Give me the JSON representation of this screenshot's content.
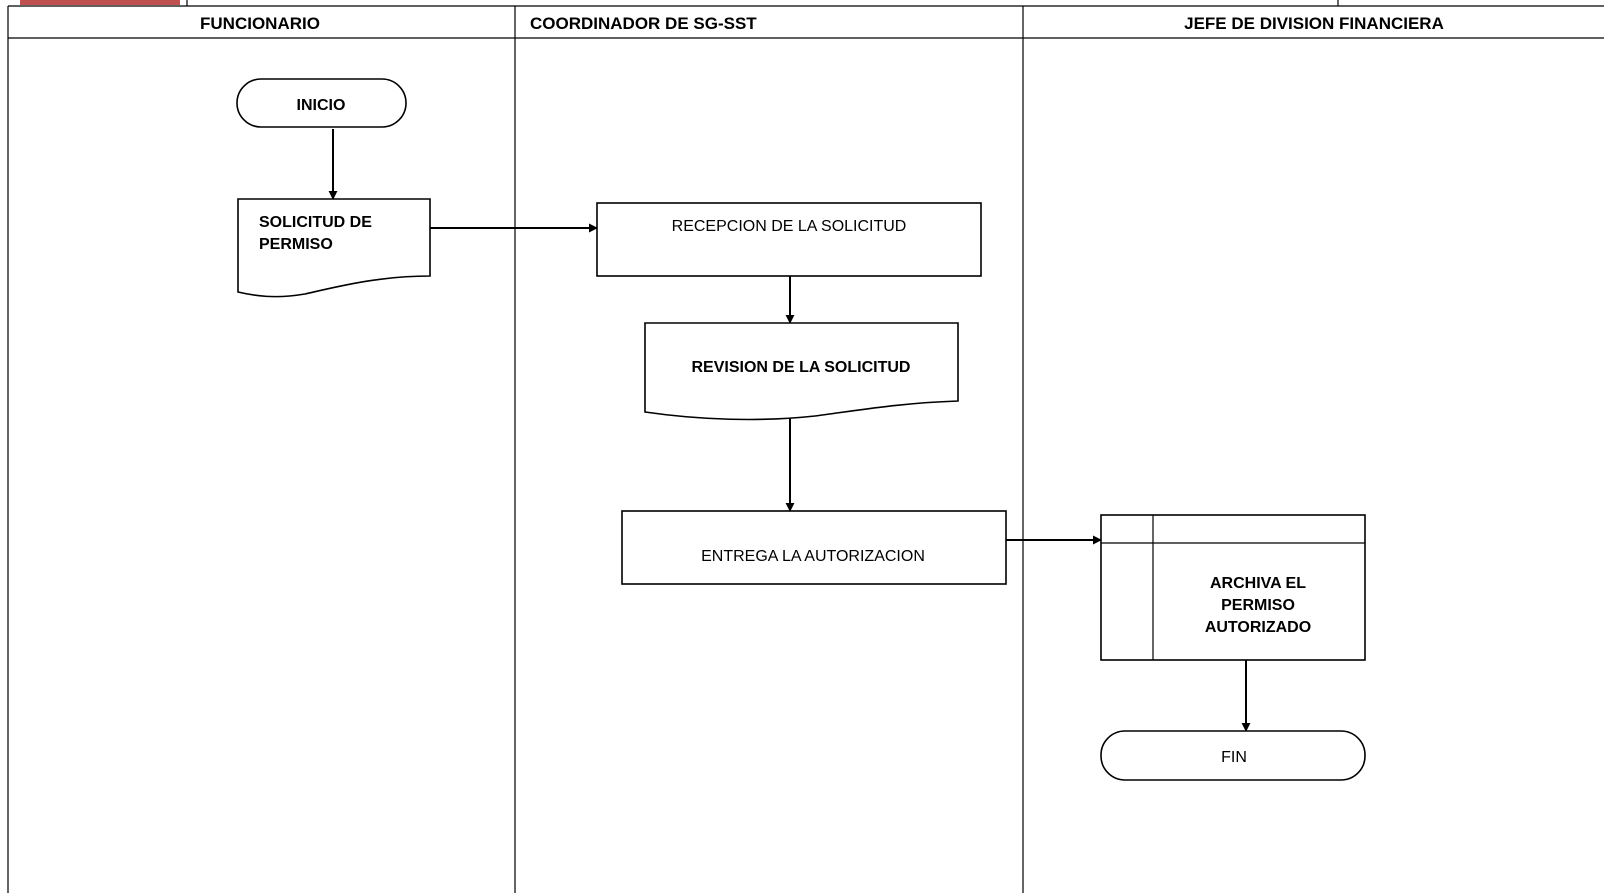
{
  "lanes": [
    {
      "title": "FUNCIONARIO"
    },
    {
      "title": "COORDINADOR DE SG-SST"
    },
    {
      "title": "JEFE DE DIVISION FINANCIERA"
    }
  ],
  "nodes": {
    "inicio": {
      "label": "INICIO",
      "shape": "terminator"
    },
    "solicitud": {
      "lines": [
        "SOLICITUD DE",
        "PERMISO"
      ],
      "shape": "document"
    },
    "recepcion": {
      "label": "RECEPCION DE LA SOLICITUD",
      "shape": "process"
    },
    "revision": {
      "label": "REVISION DE LA SOLICITUD",
      "shape": "document"
    },
    "entrega": {
      "label": "ENTREGA LA AUTORIZACION",
      "shape": "process"
    },
    "archiva": {
      "lines": [
        "ARCHIVA EL",
        "PERMISO",
        "AUTORIZADO"
      ],
      "shape": "internal-storage"
    },
    "fin": {
      "label": "FIN",
      "shape": "terminator"
    }
  },
  "connections": [
    [
      "inicio",
      "solicitud"
    ],
    [
      "solicitud",
      "recepcion"
    ],
    [
      "recepcion",
      "revision"
    ],
    [
      "revision",
      "entrega"
    ],
    [
      "entrega",
      "archiva"
    ],
    [
      "archiva",
      "fin"
    ]
  ],
  "logo_color": "#c0504d"
}
